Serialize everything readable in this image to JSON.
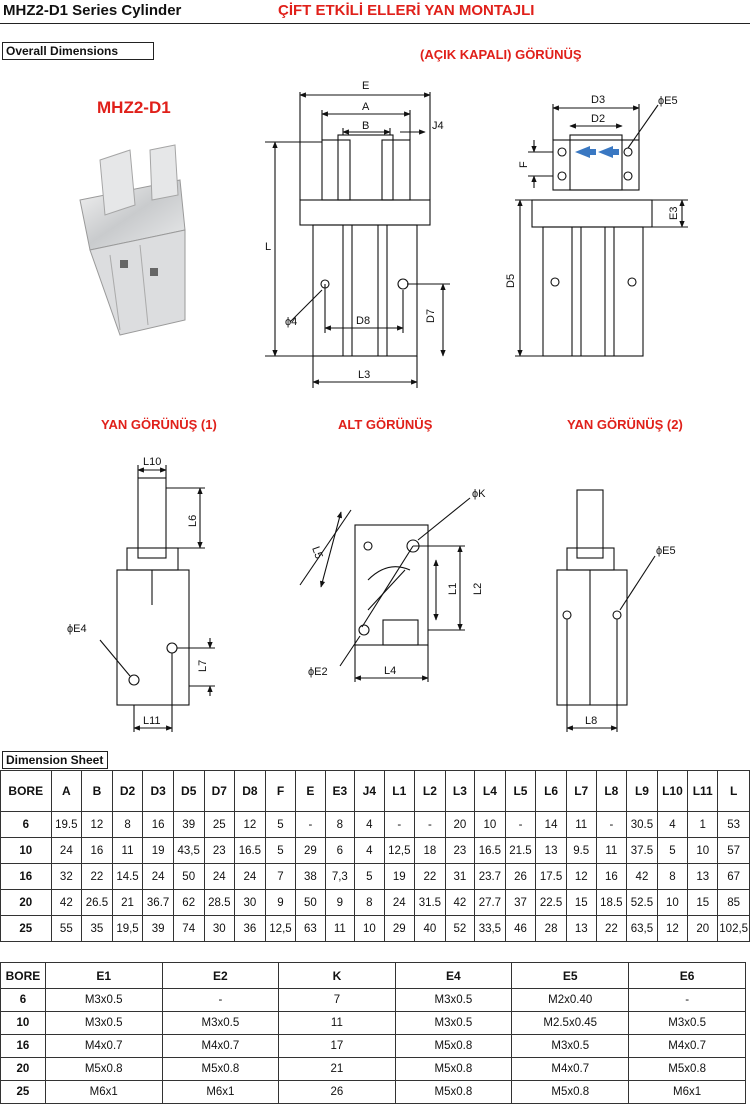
{
  "header": {
    "title": "MHZ2-D1 Series Cylinder",
    "subtitle": "ÇİFT ETKİLİ ELLERİ YAN MONTAJLI"
  },
  "overall": {
    "label": "Overall Dimensions",
    "model": "MHZ2-D1",
    "open_close_view": "(AÇIK KAPALI) GÖRÜNÜŞ",
    "side_view_1": "YAN GÖRÜNÜŞ (1)",
    "bottom_view": "ALT GÖRÜNÜŞ",
    "side_view_2": "YAN GÖRÜNÜŞ (2)"
  },
  "drawing_labels": {
    "E": "E",
    "A": "A",
    "B": "B",
    "J4": "J4",
    "L": "L",
    "D4": "ϕ4",
    "D8": "D8",
    "D7": "D7",
    "L3": "L3",
    "D3": "D3",
    "D2": "D2",
    "E5": "ϕE5",
    "F": "F",
    "E3": "E3",
    "D5": "D5",
    "L10": "L10",
    "L6": "L6",
    "E4": "ϕE4",
    "L7": "L7",
    "L11": "L11",
    "K": "ϕK",
    "L5": "L5",
    "L1": "L1",
    "L2": "L2",
    "E2": "ϕE2",
    "L4": "L4",
    "E5b": "ϕE5",
    "L8": "L8"
  },
  "sheet": {
    "label": "Dimension Sheet",
    "columns": [
      "BORE",
      "A",
      "B",
      "D2",
      "D3",
      "D5",
      "D7",
      "D8",
      "F",
      "E",
      "E3",
      "J4",
      "L1",
      "L2",
      "L3",
      "L4",
      "L5",
      "L6",
      "L7",
      "L8",
      "L9",
      "L10",
      "L11",
      "L"
    ],
    "rows": [
      [
        "6",
        "19.5",
        "12",
        "8",
        "16",
        "39",
        "25",
        "12",
        "5",
        "-",
        "8",
        "4",
        "-",
        "-",
        "20",
        "10",
        "-",
        "14",
        "11",
        "-",
        "30.5",
        "4",
        "1",
        "53"
      ],
      [
        "10",
        "24",
        "16",
        "11",
        "19",
        "43,5",
        "23",
        "16.5",
        "5",
        "29",
        "6",
        "4",
        "12,5",
        "18",
        "23",
        "16.5",
        "21.5",
        "13",
        "9.5",
        "11",
        "37.5",
        "5",
        "10",
        "57"
      ],
      [
        "16",
        "32",
        "22",
        "14.5",
        "24",
        "50",
        "24",
        "24",
        "7",
        "38",
        "7,3",
        "5",
        "19",
        "22",
        "31",
        "23.7",
        "26",
        "17.5",
        "12",
        "16",
        "42",
        "8",
        "13",
        "67"
      ],
      [
        "20",
        "42",
        "26.5",
        "21",
        "36.7",
        "62",
        "28.5",
        "30",
        "9",
        "50",
        "9",
        "8",
        "24",
        "31.5",
        "42",
        "27.7",
        "37",
        "22.5",
        "15",
        "18.5",
        "52.5",
        "10",
        "15",
        "85"
      ],
      [
        "25",
        "55",
        "35",
        "19,5",
        "39",
        "74",
        "30",
        "36",
        "12,5",
        "63",
        "11",
        "10",
        "29",
        "40",
        "52",
        "33,5",
        "46",
        "28",
        "13",
        "22",
        "63,5",
        "12",
        "20",
        "102,5"
      ]
    ],
    "columns2": [
      "BORE",
      "E1",
      "E2",
      "K",
      "E4",
      "E5",
      "E6"
    ],
    "rows2": [
      [
        "6",
        "M3x0.5",
        "-",
        "7",
        "M3x0.5",
        "M2x0.40",
        "-"
      ],
      [
        "10",
        "M3x0.5",
        "M3x0.5",
        "11",
        "M3x0.5",
        "M2.5x0.45",
        "M3x0.5"
      ],
      [
        "16",
        "M4x0.7",
        "M4x0.7",
        "17",
        "M5x0.8",
        "M3x0.5",
        "M4x0.7"
      ],
      [
        "20",
        "M5x0.8",
        "M5x0.8",
        "21",
        "M5x0.8",
        "M4x0.7",
        "M5x0.8"
      ],
      [
        "25",
        "M6x1",
        "M6x1",
        "26",
        "M5x0.8",
        "M5x0.8",
        "M6x1"
      ]
    ]
  },
  "colors": {
    "accent_red": "#e0201a",
    "arrow_blue": "#3a78c2"
  }
}
